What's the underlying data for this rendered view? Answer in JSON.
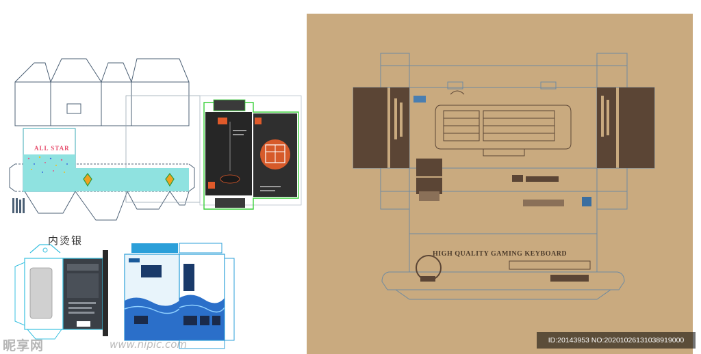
{
  "labels": {
    "inner_silver": "内烫银",
    "all_star": "ALL STAR",
    "kraft_headline": "HIGH QUALITY GAMING KEYBOARD"
  },
  "watermark": {
    "logo_text": "昵享网",
    "url_text": "www.nipic.com",
    "id_text": "ID:20143953 NO:20201026131038919000"
  },
  "colors": {
    "kraft": "#c9aa7f",
    "dieline": "#5b7c99",
    "brown_panel": "#5b4535",
    "teal": "#8fe2e0",
    "green_outline": "#3ad13a",
    "dark_box": "#2a2a2a",
    "orange_accent": "#e05a2a",
    "blue_box": "#2b9fd9"
  }
}
